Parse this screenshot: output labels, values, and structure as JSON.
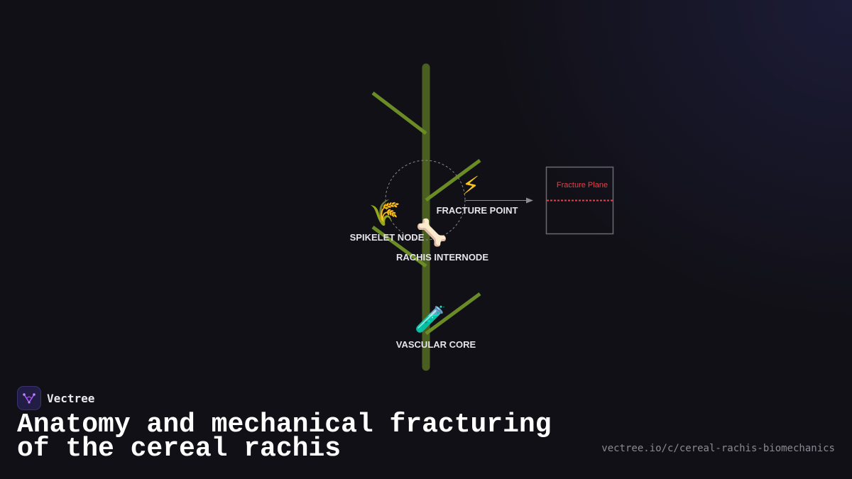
{
  "diagram": {
    "labels": {
      "spikelet_node": "SPIKELET NODE",
      "fracture_point": "FRACTURE POINT",
      "rachis_internode": "RACHIS INTERNODE",
      "vascular_core": "VASCULAR CORE"
    },
    "inset": {
      "fracture_plane": "Fracture Plane"
    },
    "icons": {
      "spikelet": "🌾",
      "fracture": "⚡",
      "internode": "🦴",
      "vascular": "🧪"
    },
    "colors": {
      "stem": "#4a5e22",
      "branch": "#6b8c25",
      "fracture_line": "#e0444a",
      "inset_border": "#6a6a70"
    }
  },
  "brand": {
    "name": "Vectree"
  },
  "title": "Anatomy and mechanical fracturing of the cereal rachis",
  "url": "vectree.io/c/cereal-rachis-biomechanics"
}
